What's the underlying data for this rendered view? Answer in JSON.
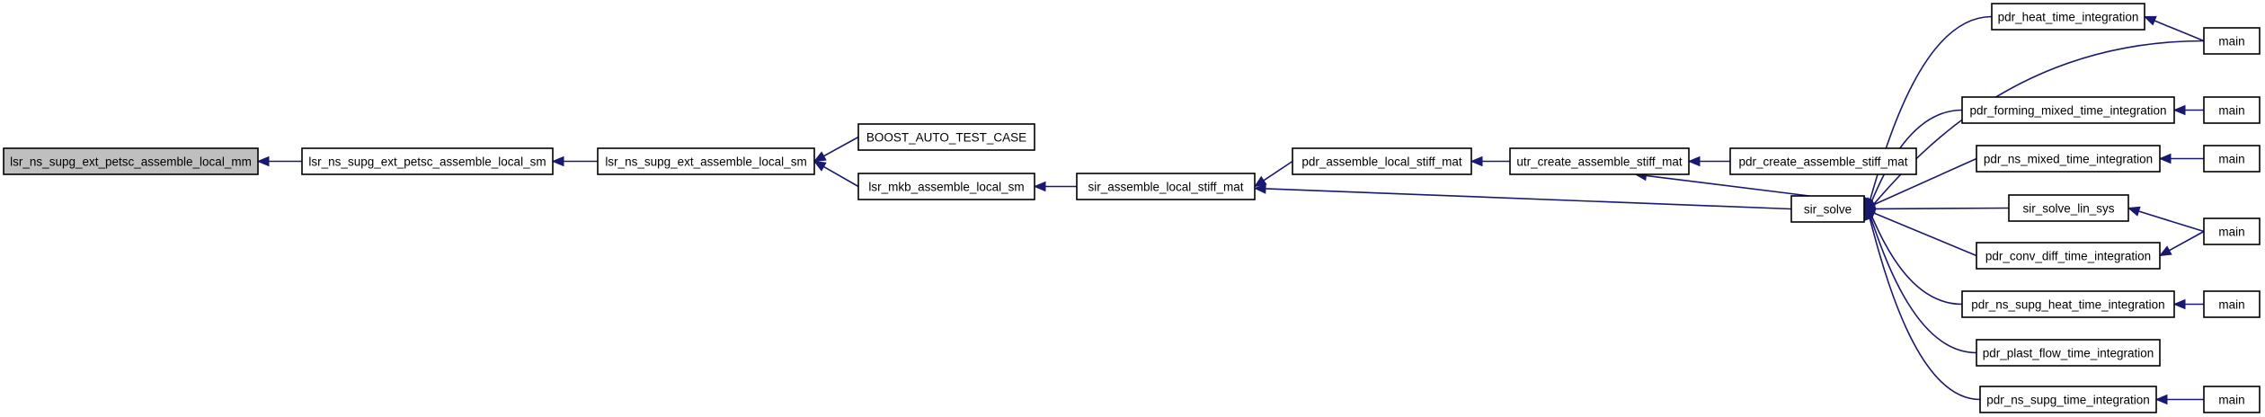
{
  "diagram": {
    "type": "call-graph",
    "nodes": [
      {
        "id": "n0",
        "label": "lsr_ns_supg_ext_petsc_assemble_local_mm",
        "root": true
      },
      {
        "id": "n1",
        "label": "lsr_ns_supg_ext_petsc_assemble_local_sm"
      },
      {
        "id": "n2",
        "label": "lsr_ns_supg_ext_assemble_local_sm"
      },
      {
        "id": "n3",
        "label": "BOOST_AUTO_TEST_CASE"
      },
      {
        "id": "n4",
        "label": "lsr_mkb_assemble_local_sm"
      },
      {
        "id": "n5",
        "label": "sir_assemble_local_stiff_mat"
      },
      {
        "id": "n6",
        "label": "pdr_assemble_local_stiff_mat"
      },
      {
        "id": "n7",
        "label": "utr_create_assemble_stiff_mat"
      },
      {
        "id": "n8",
        "label": "pdr_create_assemble_stiff_mat"
      },
      {
        "id": "n9",
        "label": "sir_solve"
      },
      {
        "id": "n10",
        "label": "pdr_heat_time_integration"
      },
      {
        "id": "n11",
        "label": "main"
      },
      {
        "id": "n12",
        "label": "pdr_forming_mixed_time_integration"
      },
      {
        "id": "n13",
        "label": "main"
      },
      {
        "id": "n14",
        "label": "pdr_ns_mixed_time_integration"
      },
      {
        "id": "n15",
        "label": "main"
      },
      {
        "id": "n16",
        "label": "sir_solve_lin_sys"
      },
      {
        "id": "n17",
        "label": "main"
      },
      {
        "id": "n18",
        "label": "pdr_conv_diff_time_integration"
      },
      {
        "id": "n19",
        "label": "pdr_ns_supg_heat_time_integration"
      },
      {
        "id": "n20",
        "label": "main"
      },
      {
        "id": "n21",
        "label": "pdr_plast_flow_time_integration"
      },
      {
        "id": "n22",
        "label": "pdr_ns_supg_time_integration"
      },
      {
        "id": "n23",
        "label": "main"
      }
    ],
    "edges": [
      {
        "from": "n1",
        "to": "n0"
      },
      {
        "from": "n2",
        "to": "n1"
      },
      {
        "from": "n3",
        "to": "n2"
      },
      {
        "from": "n4",
        "to": "n2"
      },
      {
        "from": "n5",
        "to": "n4"
      },
      {
        "from": "n6",
        "to": "n5"
      },
      {
        "from": "n9",
        "to": "n5"
      },
      {
        "from": "n7",
        "to": "n6"
      },
      {
        "from": "n8",
        "to": "n7"
      },
      {
        "from": "n9",
        "to": "n7"
      },
      {
        "from": "n10",
        "to": "n9"
      },
      {
        "from": "n11",
        "to": "n9"
      },
      {
        "from": "n12",
        "to": "n9"
      },
      {
        "from": "n14",
        "to": "n9"
      },
      {
        "from": "n16",
        "to": "n9"
      },
      {
        "from": "n18",
        "to": "n9"
      },
      {
        "from": "n19",
        "to": "n9"
      },
      {
        "from": "n21",
        "to": "n9"
      },
      {
        "from": "n22",
        "to": "n9"
      },
      {
        "from": "n11",
        "to": "n10"
      },
      {
        "from": "n13",
        "to": "n12"
      },
      {
        "from": "n15",
        "to": "n14"
      },
      {
        "from": "n17",
        "to": "n16"
      },
      {
        "from": "n17",
        "to": "n18"
      },
      {
        "from": "n20",
        "to": "n19"
      },
      {
        "from": "n23",
        "to": "n22"
      }
    ]
  }
}
